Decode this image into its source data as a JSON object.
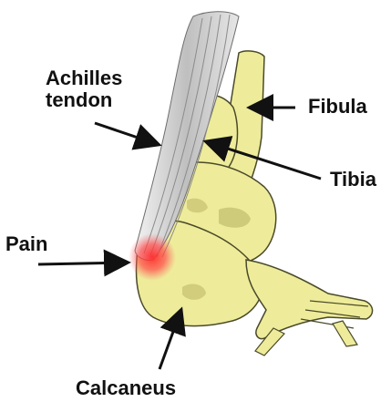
{
  "labels": {
    "achilles_line1": "Achilles",
    "achilles_line2": "tendon",
    "fibula": "Fibula",
    "tibia": "Tibia",
    "pain": "Pain",
    "calcaneus": "Calcaneus"
  },
  "colors": {
    "bone": "#eeec9a",
    "bone_shadow": "#b9b565",
    "outline": "#4a4a2a",
    "tendon": "#d9d9d9",
    "tendon_stripe": "#8c8c8c",
    "pain": "#ff3b3b",
    "arrow": "#111111",
    "label": "#111111"
  }
}
